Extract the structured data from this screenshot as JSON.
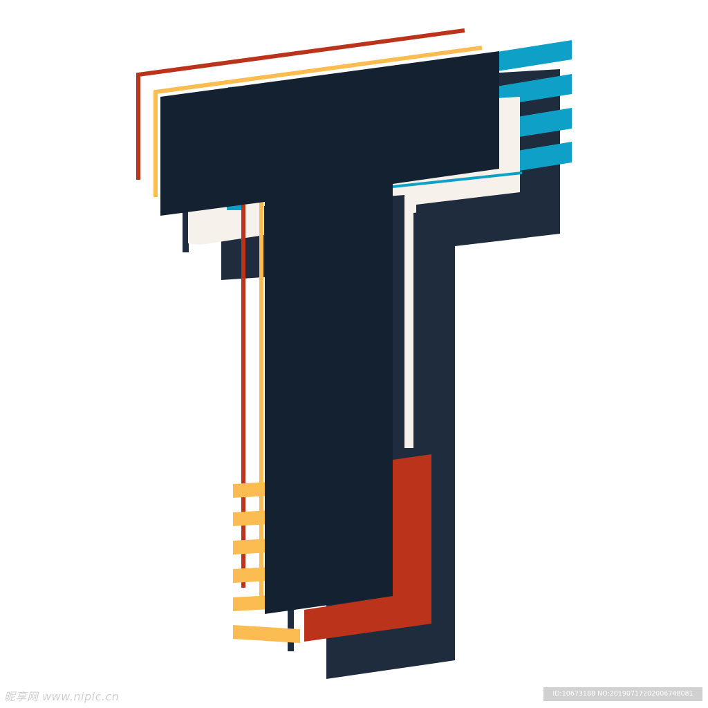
{
  "artwork": {
    "subject": "T",
    "palette": {
      "navy": "#132131",
      "navy_shadow": "#1f2c3d",
      "cream": "#f6f1ea",
      "red": "#bc331b",
      "orange": "#fbbd52",
      "blue": "#0fa0c8"
    }
  },
  "watermark": {
    "site_text": "昵享网 www.nipic.cn",
    "id_text": "ID:10673188 NO:20190717202006748081"
  }
}
